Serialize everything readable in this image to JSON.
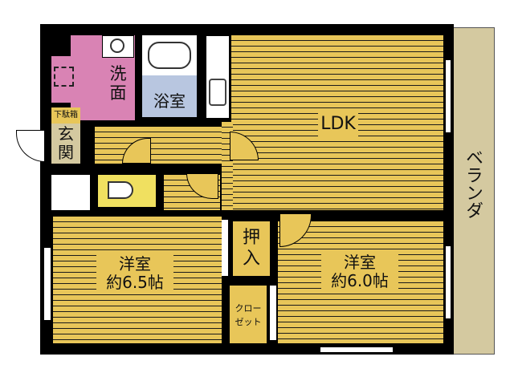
{
  "floorplan": {
    "rooms": {
      "ldk": {
        "label": "LDK"
      },
      "western_room_left": {
        "label_line1": "洋室",
        "label_line2": "約6.5帖"
      },
      "western_room_right": {
        "label_line1": "洋室",
        "label_line2": "約6.0帖"
      },
      "washroom": {
        "label_line1": "洗",
        "label_line2": "面"
      },
      "bathroom": {
        "label": "浴室"
      },
      "entrance": {
        "label_line1": "玄",
        "label_line2": "関"
      },
      "shoe_cabinet": {
        "label": "下駄箱"
      },
      "closet_oshiire": {
        "label_line1": "押",
        "label_line2": "入"
      },
      "closet": {
        "label_line1": "クロー",
        "label_line2": "ゼット"
      },
      "veranda": {
        "label": "ベランダ"
      }
    },
    "colors": {
      "floor": "#e8c659",
      "floor_lines": "#1a1a1a",
      "wall": "#000000",
      "washroom": "#d983b4",
      "bathroom": "#b8c6e0",
      "entrance": "#d4c9a0",
      "veranda": "#d4c9a0",
      "toilet": "#f0e060"
    }
  }
}
